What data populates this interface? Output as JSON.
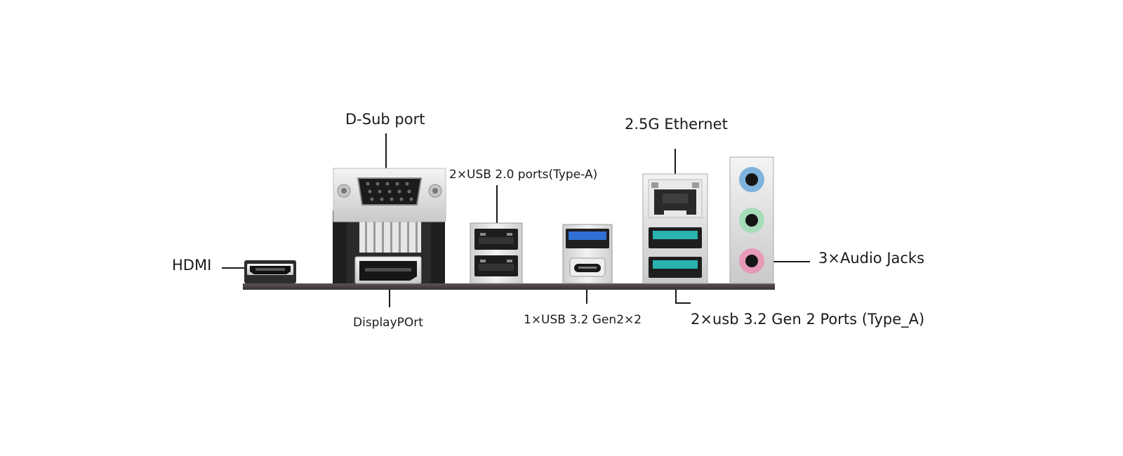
{
  "labels": {
    "dsub": "D-Sub port",
    "usb20": "2×USB 2.0 ports(Type-A)",
    "ethernet": "2.5G Ethernet",
    "hdmi": "HDMI",
    "audio": "3×Audio Jacks",
    "displayport": "DisplayPOrt",
    "usbc": "1×USB 3.2 Gen2×2",
    "usb32": "2×usb 3.2 Gen 2 Ports (Type_A)"
  },
  "colors": {
    "pcb": "#4a4244",
    "usb20_insert": "#1c1c1c",
    "usb32_gen1_insert": "#2f6fd6",
    "usb32_gen2_insert": "#28b3b0",
    "audio_line_in": "#7fb3de",
    "audio_line_out": "#a6dcb9",
    "audio_mic": "#e79ab8",
    "shell_metal": "#d8d8d8",
    "plastic_black": "#2a2a2a"
  },
  "icons": [
    "hdmi-port-icon",
    "vga-port-icon",
    "displayport-icon",
    "usb-a-icon",
    "usb-c-icon",
    "rj45-icon",
    "audio-jack-icon"
  ]
}
